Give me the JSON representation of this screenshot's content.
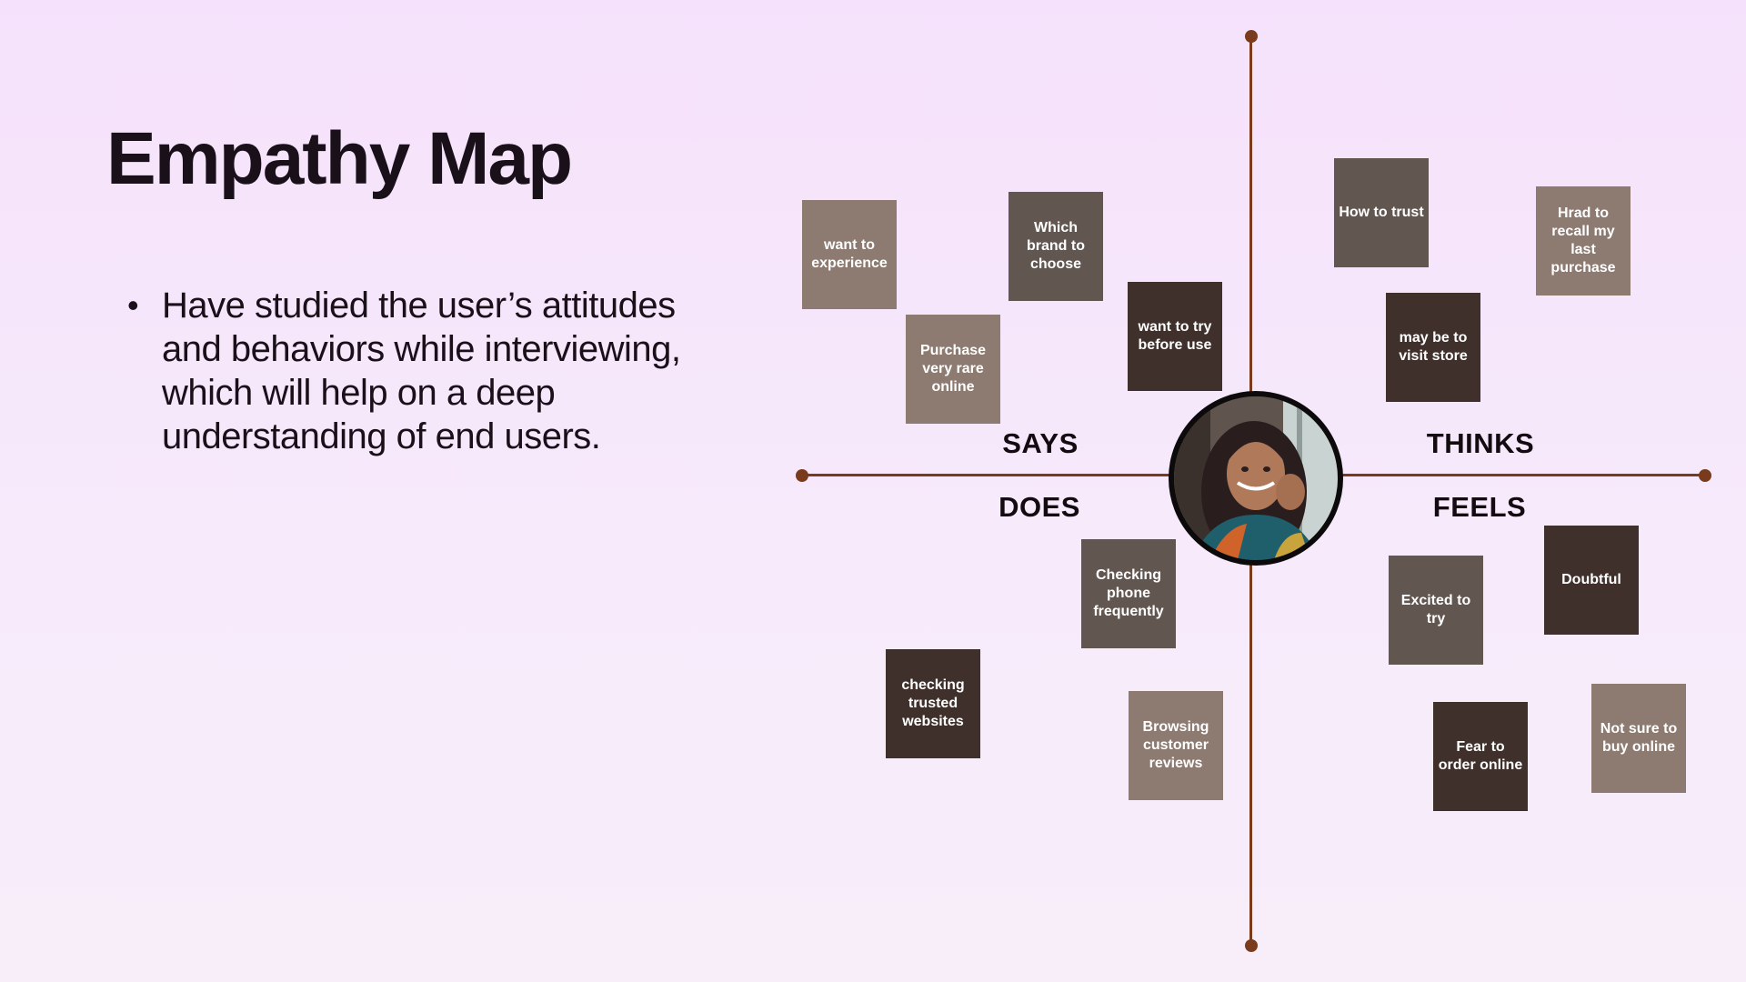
{
  "title": "Empathy Map",
  "bullets": [
    "Have studied the user’s attitudes and behaviors while interviewing, which will help on a deep understanding of end users."
  ],
  "quadrants": {
    "says": "SAYS",
    "thinks": "THINKS",
    "does": "DOES",
    "feels": "FEELS"
  },
  "colors": {
    "axis": "#7a3b1c",
    "note_light": "#8d7b71",
    "note_mid": "#625650",
    "note_dark": "#3f302b"
  },
  "notes": {
    "says": [
      "want to experience",
      "Which brand to choose",
      "Purchase very rare online",
      "want to try before use"
    ],
    "thinks": [
      "How to trust",
      "Hrad to recall my last purchase",
      "may be to visit store"
    ],
    "does": [
      "Checking phone frequently",
      "checking trusted websites",
      "Browsing customer reviews"
    ],
    "feels": [
      "Doubtful",
      "Excited to try",
      "Not sure to buy online",
      "Fear to order online"
    ]
  }
}
